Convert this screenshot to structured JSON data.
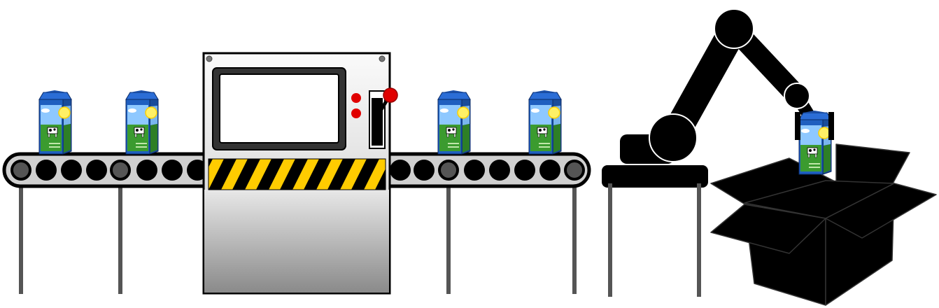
{
  "scene": {
    "title": "",
    "colors": {
      "background": "#ffffff",
      "belt": "#d0d0d0",
      "belt_outline": "#000000",
      "roller": "#000000",
      "roller_small": "#555555",
      "leg": "#555555",
      "machine_top": "#f2f2f2",
      "machine_bottom": "#8f8f8f",
      "hazard_yellow": "#ffcc00",
      "hazard_black": "#000000",
      "indicator_red": "#e00000",
      "lever_knob": "#e00000",
      "robot": "#000000",
      "box": "#000000",
      "carton_blue": "#1f5fbf",
      "carton_green": "#3b9b2f",
      "carton_sky": "#a9d6ff",
      "carton_sun": "#ffe600"
    },
    "icons": {
      "conveyor": "conveyor-belt-icon",
      "machine": "packaging-machine-icon",
      "robot": "robot-arm-icon",
      "box": "open-box-icon",
      "carton": "milk-carton-icon"
    },
    "counts": {
      "cartons_on_belt": 4,
      "cartons_held_by_robot": 1,
      "machine_indicator_lights": 2
    }
  }
}
